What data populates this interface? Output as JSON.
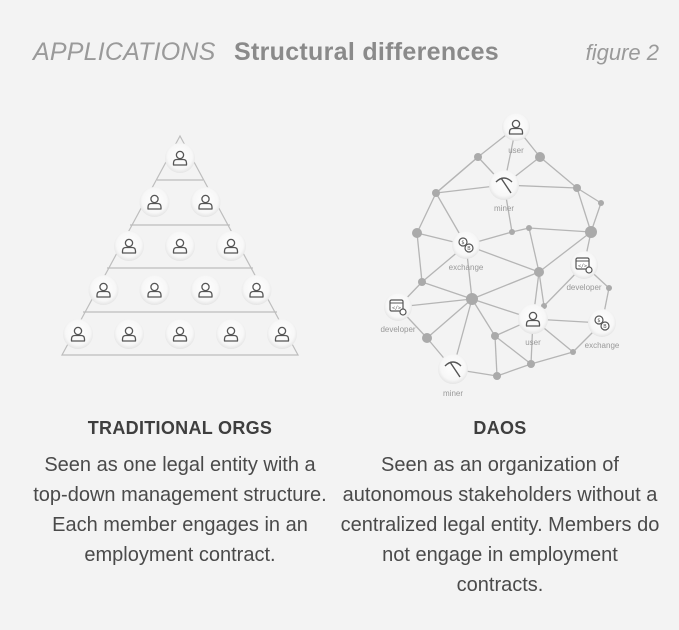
{
  "header": {
    "category": "APPLICATIONS",
    "title": "Structural differences",
    "figure": "figure 2"
  },
  "traditional": {
    "title": "TRADITIONAL ORGS",
    "description": "Seen as one legal entity with a top-down management structure. Each member engages in an employment contract.",
    "rows": [
      1,
      2,
      3,
      4,
      5
    ]
  },
  "daos": {
    "title": "DAOS",
    "description": "Seen as an organization of autonomous stakeholders without a centralized legal entity. Members do not engage in employment contracts.",
    "node_labels": {
      "user_top": "user",
      "miner_top": "miner",
      "exchange_left": "exchange",
      "developer_right": "developer",
      "developer_left": "developer",
      "user_bottom": "user",
      "exchange_right": "exchange",
      "miner_bottom": "miner"
    }
  },
  "icons": [
    "person-icon",
    "pickaxe-icon",
    "coin-exchange-icon",
    "developer-window-icon"
  ],
  "colors": {
    "background": "#f3f3f3",
    "node": "#aaaaaa",
    "edge": "#b5b5b5",
    "icon_stroke": "#555555"
  }
}
